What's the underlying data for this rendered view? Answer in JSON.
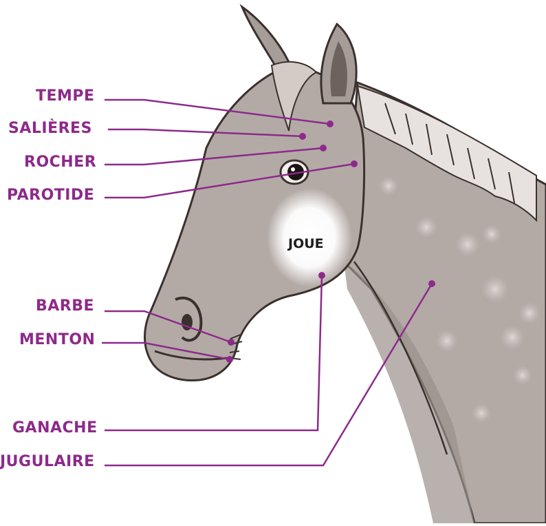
{
  "colors": {
    "label": "#8d2a8a",
    "leader": "#8d2a8a",
    "coat": "#b3aaa6",
    "coat_dark": "#8f8580",
    "outline": "#3a302d",
    "spot": "#cdbfbe",
    "cheek": "#ffffff"
  },
  "labels": {
    "tempe": "TEMPE",
    "salieres": "SALIÈRES",
    "rocher": "ROCHER",
    "parotide": "PAROTIDE",
    "barbe": "BARBE",
    "menton": "MENTON",
    "ganache": "GANACHE",
    "jugulaire": "JUGULAIRE",
    "joue": "JOUE"
  }
}
